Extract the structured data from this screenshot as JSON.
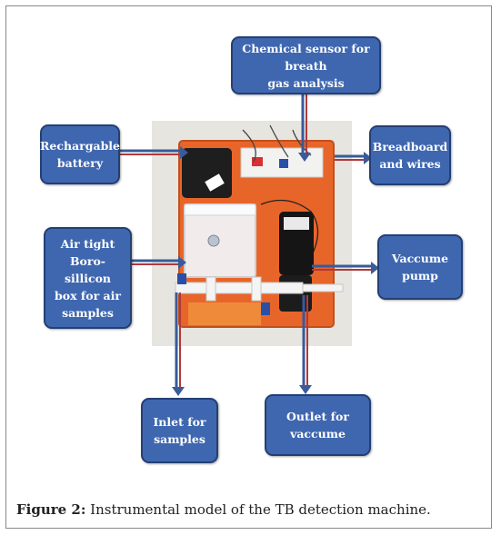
{
  "labels": {
    "chemical_sensor": "Chemical sensor for breath\ngas analysis",
    "battery": "Rechargable\nbattery",
    "breadboard": "Breadboard\nand wires",
    "air_box": "Air tight\nBoro-sillicon\nbox for air\nsamples",
    "vacuum_pump": "Vaccume\npump",
    "inlet": "Inlet for\nsamples",
    "outlet": "Outlet for\nvaccume"
  },
  "caption": {
    "label": "Figure 2:",
    "text": "Instrumental model of the TB detection machine."
  },
  "colors": {
    "box_fill": "#3f67b0",
    "box_border": "#243f73",
    "arrow_blue": "#3a5a9a",
    "arrow_red": "#b03a3a"
  }
}
